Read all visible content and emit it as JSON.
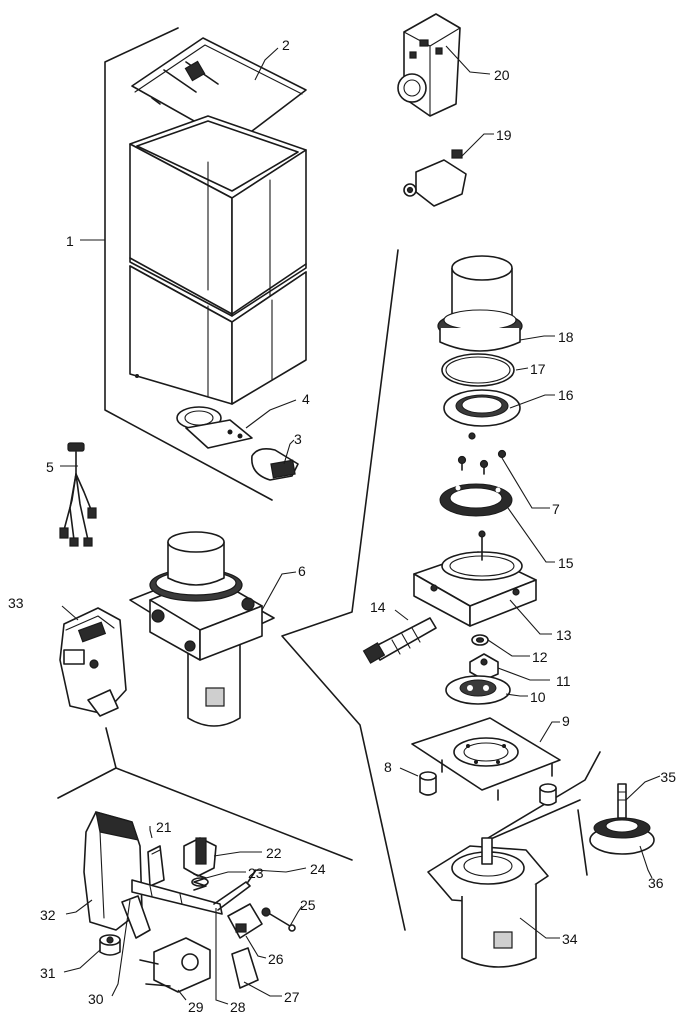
{
  "labels": {
    "p1": "1",
    "p2": "2",
    "p3": "3",
    "p4": "4",
    "p5": "5",
    "p6": "6",
    "p7": "7",
    "p8": "8",
    "p9": "9",
    "p10": "10",
    "p11": "11",
    "p12": "12",
    "p13": "13",
    "p14": "14",
    "p15": "15",
    "p16": "16",
    "p17": "17",
    "p18": "18",
    "p19": "19",
    "p20": "20",
    "p21": "21",
    "p22": "22",
    "p23": "23",
    "p24": "24",
    "p25": "25",
    "p26": "26",
    "p27": "27",
    "p28": "28",
    "p29": "29",
    "p30": "30",
    "p31": "31",
    "p32": "32",
    "p33": "33",
    "p34": "34",
    "p35": "35",
    "p36": "36"
  },
  "colors": {
    "line": "#1a1a1a",
    "background": "#ffffff",
    "fill_dark": "#2a2a2a",
    "fill_grey": "#cfcfcf"
  }
}
